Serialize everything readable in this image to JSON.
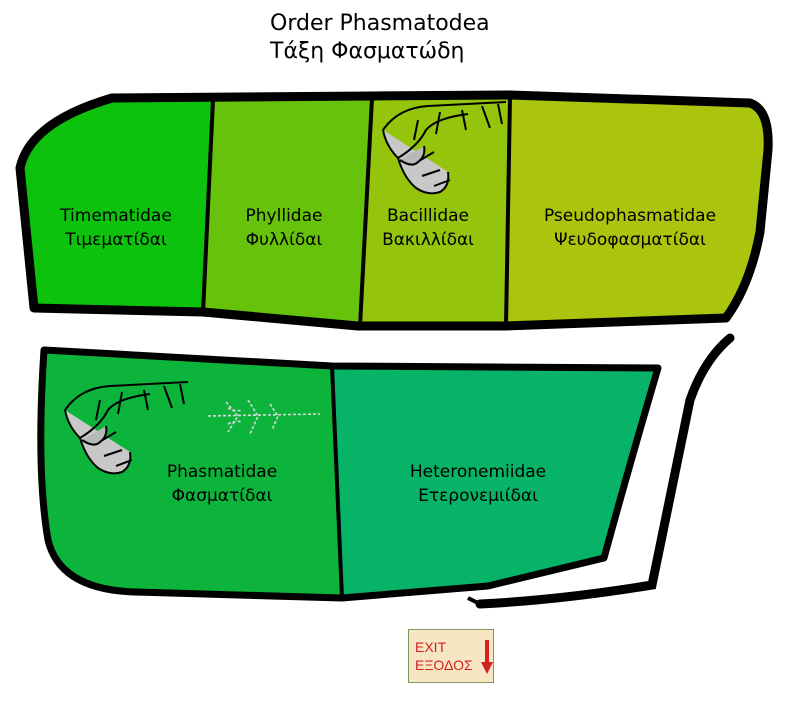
{
  "title": {
    "line1": "Order Phasmatodea",
    "line2": "Τάξη Φασματώδη"
  },
  "rooms": [
    {
      "id": "timematidae",
      "latin": "Timematidae",
      "greek": "Τιμεματίδαι",
      "color": "#0dc20d"
    },
    {
      "id": "phyllidae",
      "latin": "Phyllidae",
      "greek": "Φυλλίδαι",
      "color": "#66c20a"
    },
    {
      "id": "bacillidae",
      "latin": "Bacillidae",
      "greek": "Βακιλλίδαι",
      "color": "#95c40c"
    },
    {
      "id": "pseudophasmatidae",
      "latin": "Pseudophasmatidae",
      "greek": "Ψευδοφασματίδαι",
      "color": "#abc40e"
    },
    {
      "id": "phasmatidae",
      "latin": "Phasmatidae",
      "greek": "Φασματίδαι",
      "color": "#0db43b"
    },
    {
      "id": "heteronemiidae",
      "latin": "Heteronemiidae",
      "greek": "Ετερονεμιίδαι",
      "color": "#07b367"
    }
  ],
  "icons": [
    "stick-insect-icon",
    "stick-insect-icon",
    "stick-insect-outline-icon"
  ],
  "exit": {
    "line1": "EXIT",
    "line2": "ΕΞΟΔΟΣ",
    "color": "#d42020"
  }
}
